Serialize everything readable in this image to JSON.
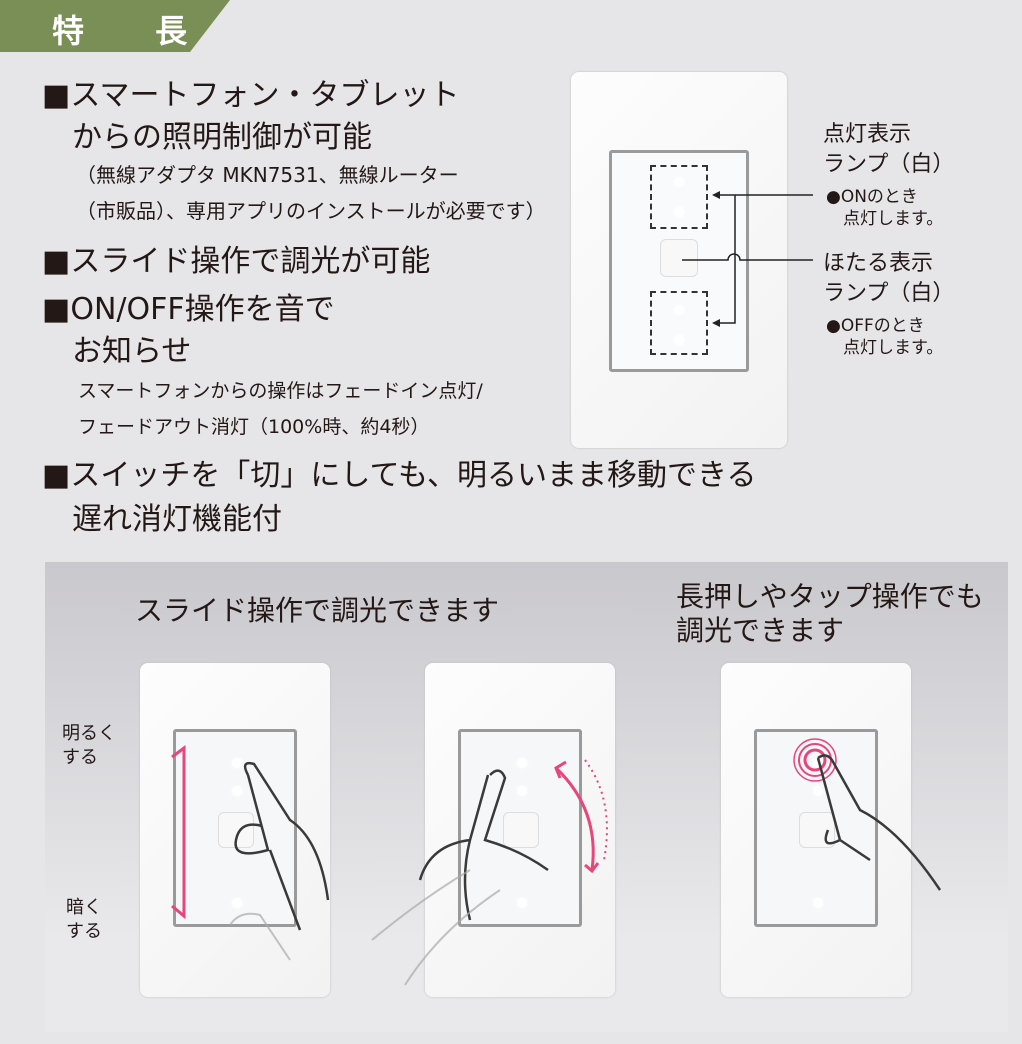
{
  "banner": {
    "title": "特 長"
  },
  "features": [
    {
      "heading": [
        "■スマートフォン・タブレット",
        "　からの照明制御が可能"
      ],
      "note": [
        "（無線アダプタ MKN7531、無線ルーター",
        "（市販品）、専用アプリのインストールが必要です）"
      ]
    },
    {
      "heading": [
        "■スライド操作で調光が可能"
      ]
    },
    {
      "heading": [
        "■ON/OFF操作を音で",
        "　お知らせ"
      ],
      "note": [
        "スマートフォンからの操作はフェードイン点灯/",
        "フェードアウト消灯（100%時、約4秒）"
      ]
    },
    {
      "heading": [
        "■スイッチを「切」にしても、明るいまま移動できる",
        "　遅れ消灯機能付"
      ]
    }
  ],
  "diagram": {
    "lamp_on": {
      "title": [
        "点灯表示",
        "ランプ（白）"
      ],
      "desc": [
        "●ONのとき",
        "　点灯します。"
      ]
    },
    "lamp_off": {
      "title": [
        "ほたる表示",
        "ランプ（白）"
      ],
      "desc": [
        "●OFFのとき",
        "　点灯します。"
      ]
    }
  },
  "howto": {
    "slide_title": "スライド操作で調光できます",
    "tap_title": [
      "長押しやタップ操作でも",
      "調光できます"
    ],
    "brighter": [
      "明るく",
      "する"
    ],
    "darker": [
      "暗く",
      "する"
    ]
  },
  "colors": {
    "banner": "#7a8f55",
    "accent": "#e8457a"
  }
}
